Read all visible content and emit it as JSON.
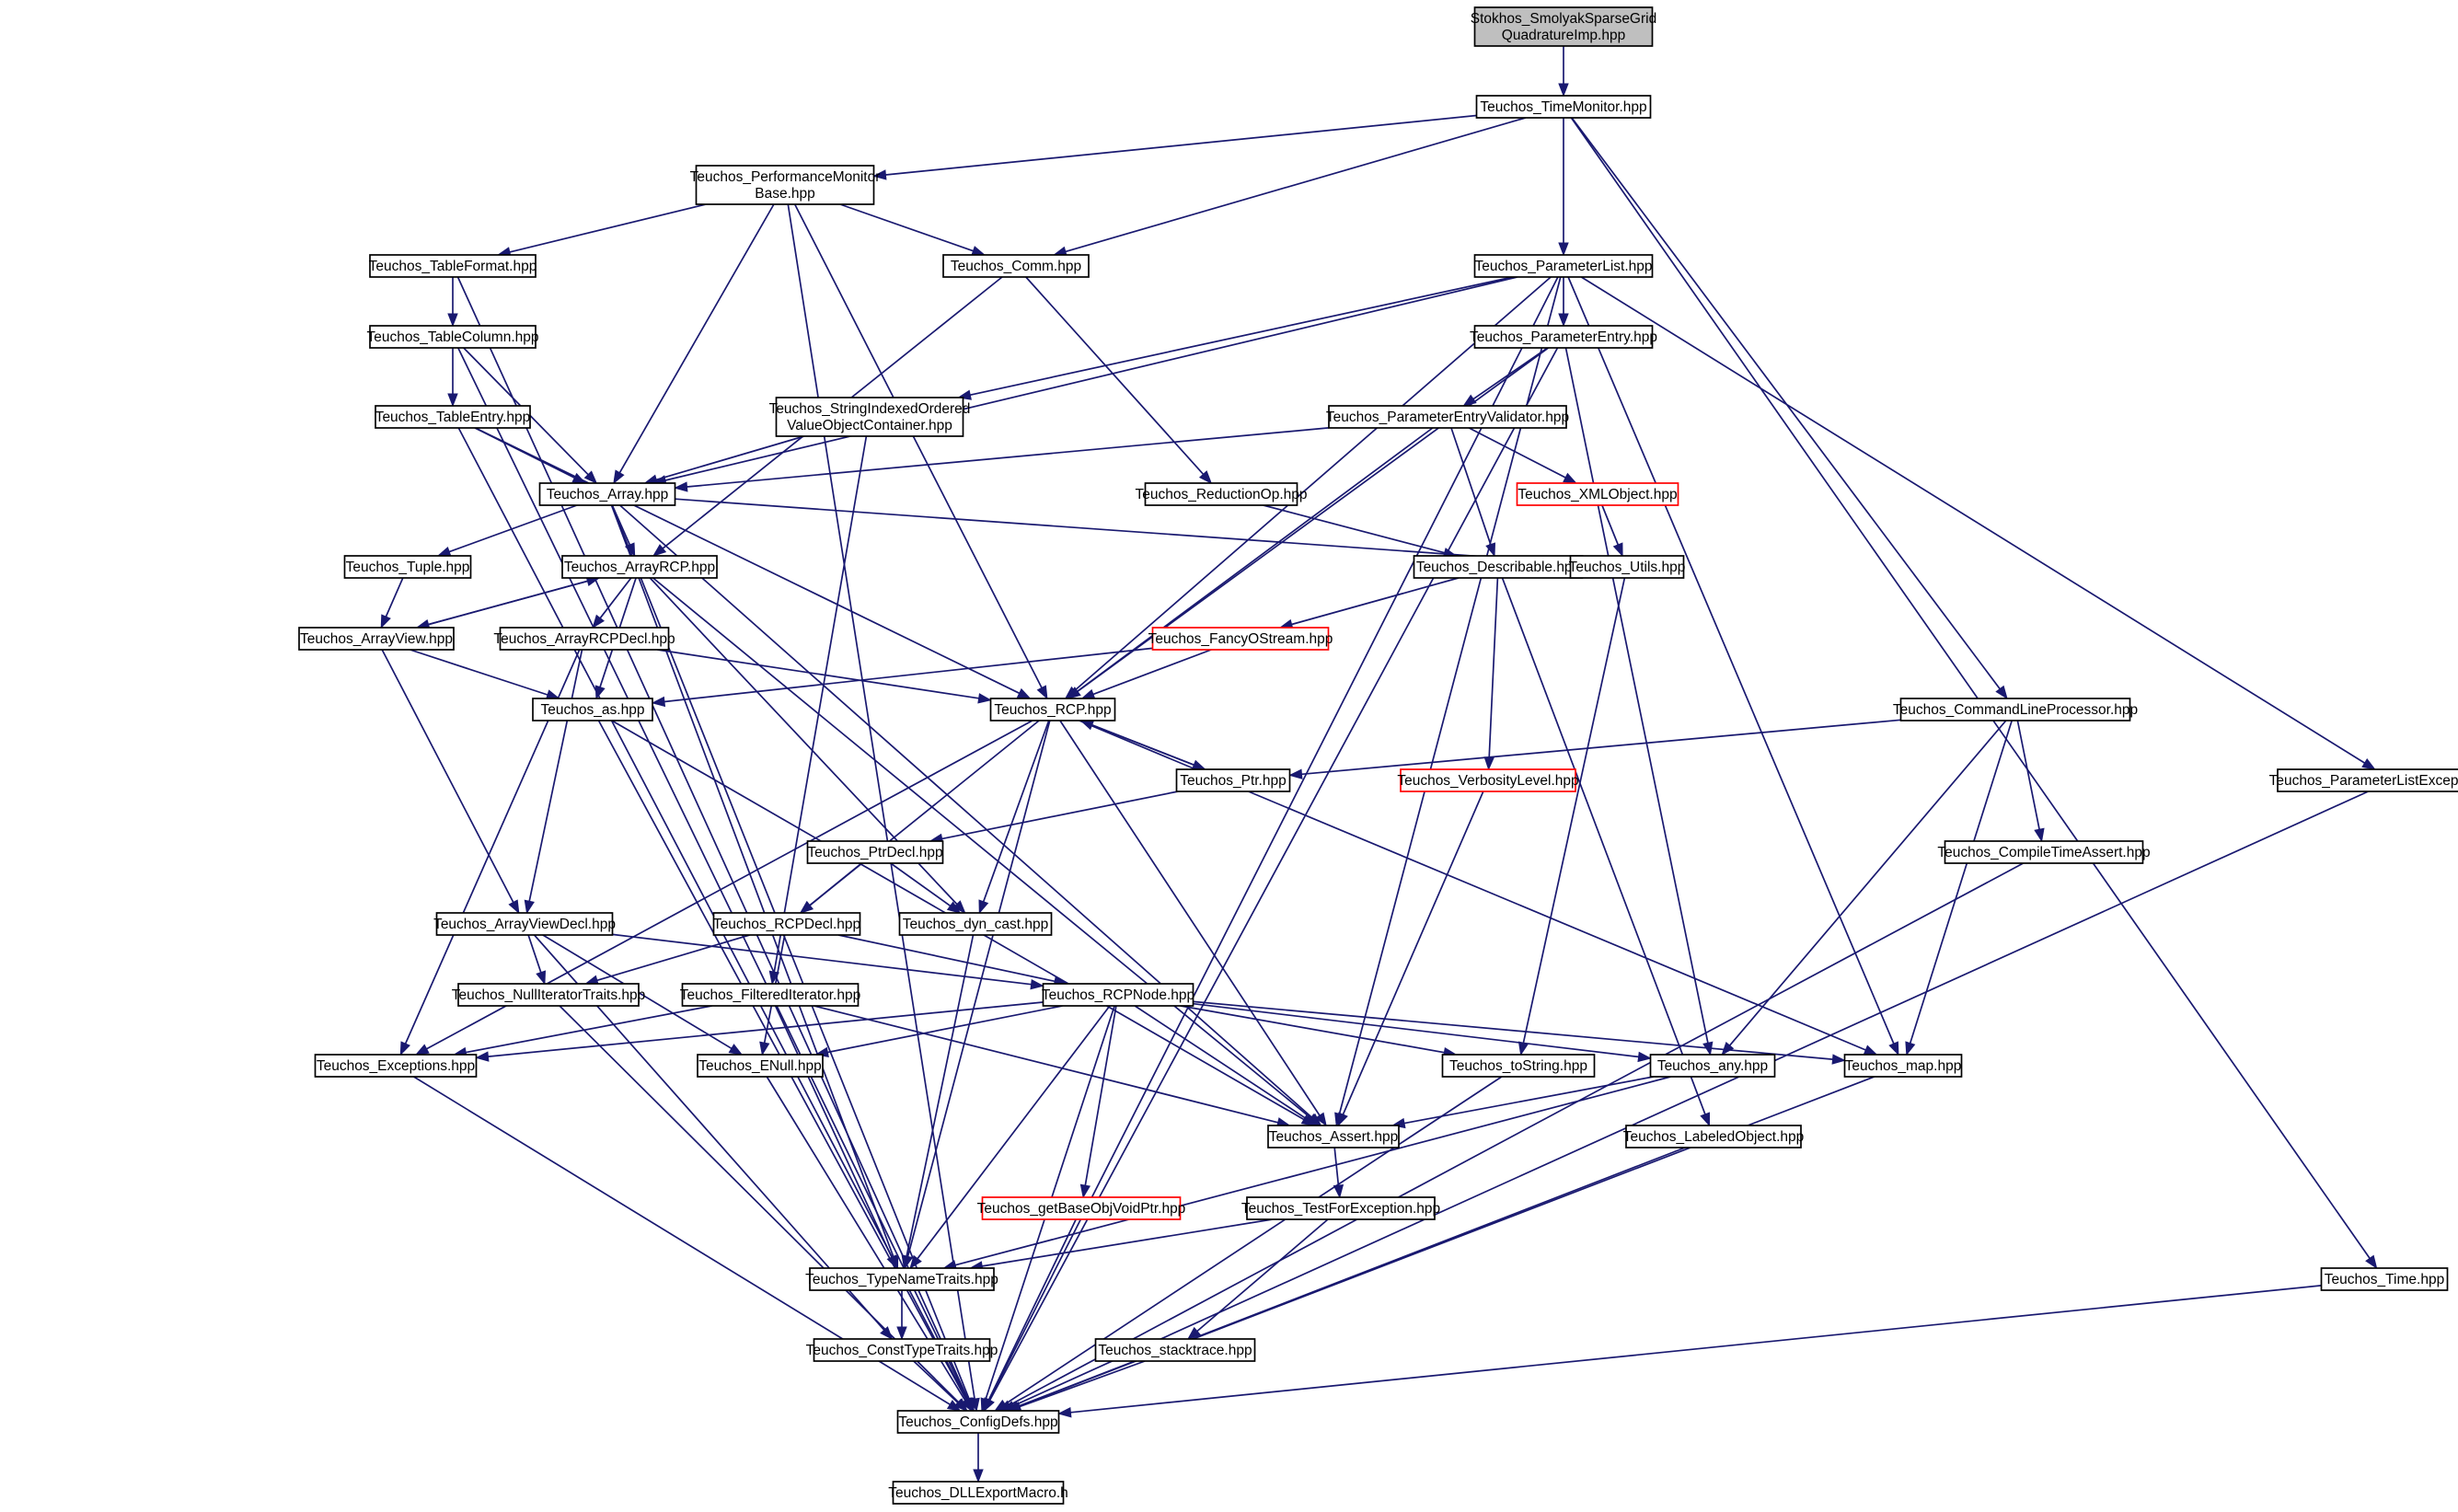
{
  "diagram": {
    "colors": {
      "edge": "#191970",
      "node_border": "#000000",
      "node_border_highlight": "#ff0000",
      "root_fill": "#bfbfbf"
    },
    "nodes": [
      {
        "id": "root",
        "lines": [
          "Stokhos_SmolyakSparseGrid",
          "QuadratureImp.hpp"
        ],
        "style": "root"
      },
      {
        "id": "time_monitor",
        "lines": [
          "Teuchos_TimeMonitor.hpp"
        ]
      },
      {
        "id": "perf_monitor",
        "lines": [
          "Teuchos_PerformanceMonitor",
          "Base.hpp"
        ]
      },
      {
        "id": "comm",
        "lines": [
          "Teuchos_Comm.hpp"
        ]
      },
      {
        "id": "parameter_list",
        "lines": [
          "Teuchos_ParameterList.hpp"
        ]
      },
      {
        "id": "table_format",
        "lines": [
          "Teuchos_TableFormat.hpp"
        ]
      },
      {
        "id": "table_column",
        "lines": [
          "Teuchos_TableColumn.hpp"
        ]
      },
      {
        "id": "table_entry",
        "lines": [
          "Teuchos_TableEntry.hpp"
        ]
      },
      {
        "id": "string_indexed",
        "lines": [
          "Teuchos_StringIndexedOrdered",
          "ValueObjectContainer.hpp"
        ]
      },
      {
        "id": "parameter_entry",
        "lines": [
          "Teuchos_ParameterEntry.hpp"
        ]
      },
      {
        "id": "param_entry_validator",
        "lines": [
          "Teuchos_ParameterEntryValidator.hpp"
        ]
      },
      {
        "id": "array",
        "lines": [
          "Teuchos_Array.hpp"
        ]
      },
      {
        "id": "reduction_op",
        "lines": [
          "Teuchos_ReductionOp.hpp"
        ]
      },
      {
        "id": "xml_object",
        "lines": [
          "Teuchos_XMLObject.hpp"
        ],
        "style": "red"
      },
      {
        "id": "tuple",
        "lines": [
          "Teuchos_Tuple.hpp"
        ]
      },
      {
        "id": "array_rcp",
        "lines": [
          "Teuchos_ArrayRCP.hpp"
        ]
      },
      {
        "id": "describable",
        "lines": [
          "Teuchos_Describable.hpp"
        ]
      },
      {
        "id": "utils",
        "lines": [
          "Teuchos_Utils.hpp"
        ]
      },
      {
        "id": "array_view",
        "lines": [
          "Teuchos_ArrayView.hpp"
        ]
      },
      {
        "id": "array_rcp_decl",
        "lines": [
          "Teuchos_ArrayRCPDecl.hpp"
        ]
      },
      {
        "id": "fancy_ostream",
        "lines": [
          "Teuchos_FancyOStream.hpp"
        ],
        "style": "red"
      },
      {
        "id": "as",
        "lines": [
          "Teuchos_as.hpp"
        ]
      },
      {
        "id": "rcp",
        "lines": [
          "Teuchos_RCP.hpp"
        ]
      },
      {
        "id": "cmd_line",
        "lines": [
          "Teuchos_CommandLineProcessor.hpp"
        ]
      },
      {
        "id": "ptr",
        "lines": [
          "Teuchos_Ptr.hpp"
        ]
      },
      {
        "id": "verbosity",
        "lines": [
          "Teuchos_VerbosityLevel.hpp"
        ],
        "style": "red"
      },
      {
        "id": "param_list_exc",
        "lines": [
          "Teuchos_ParameterListExceptions.hpp"
        ]
      },
      {
        "id": "ptr_decl",
        "lines": [
          "Teuchos_PtrDecl.hpp"
        ]
      },
      {
        "id": "compile_time_assert",
        "lines": [
          "Teuchos_CompileTimeAssert.hpp"
        ]
      },
      {
        "id": "array_view_decl",
        "lines": [
          "Teuchos_ArrayViewDecl.hpp"
        ]
      },
      {
        "id": "rcp_decl",
        "lines": [
          "Teuchos_RCPDecl.hpp"
        ]
      },
      {
        "id": "dyn_cast",
        "lines": [
          "Teuchos_dyn_cast.hpp"
        ]
      },
      {
        "id": "null_iter",
        "lines": [
          "Teuchos_NullIteratorTraits.hpp"
        ]
      },
      {
        "id": "filtered_iter",
        "lines": [
          "Teuchos_FilteredIterator.hpp"
        ]
      },
      {
        "id": "rcp_node",
        "lines": [
          "Teuchos_RCPNode.hpp"
        ]
      },
      {
        "id": "exceptions",
        "lines": [
          "Teuchos_Exceptions.hpp"
        ]
      },
      {
        "id": "enull",
        "lines": [
          "Teuchos_ENull.hpp"
        ]
      },
      {
        "id": "to_string",
        "lines": [
          "Teuchos_toString.hpp"
        ]
      },
      {
        "id": "any",
        "lines": [
          "Teuchos_any.hpp"
        ]
      },
      {
        "id": "map",
        "lines": [
          "Teuchos_map.hpp"
        ]
      },
      {
        "id": "assert",
        "lines": [
          "Teuchos_Assert.hpp"
        ]
      },
      {
        "id": "labeled_object",
        "lines": [
          "Teuchos_LabeledObject.hpp"
        ]
      },
      {
        "id": "get_base_obj",
        "lines": [
          "Teuchos_getBaseObjVoidPtr.hpp"
        ],
        "style": "red"
      },
      {
        "id": "test_for_exc",
        "lines": [
          "Teuchos_TestForException.hpp"
        ]
      },
      {
        "id": "type_name_traits",
        "lines": [
          "Teuchos_TypeNameTraits.hpp"
        ]
      },
      {
        "id": "time",
        "lines": [
          "Teuchos_Time.hpp"
        ]
      },
      {
        "id": "const_type_traits",
        "lines": [
          "Teuchos_ConstTypeTraits.hpp"
        ]
      },
      {
        "id": "stacktrace",
        "lines": [
          "Teuchos_stacktrace.hpp"
        ]
      },
      {
        "id": "config_defs",
        "lines": [
          "Teuchos_ConfigDefs.hpp"
        ]
      },
      {
        "id": "dll_export",
        "lines": [
          "Teuchos_DLLExportMacro.h"
        ]
      }
    ],
    "edges": [
      [
        "root",
        "time_monitor"
      ],
      [
        "time_monitor",
        "perf_monitor"
      ],
      [
        "time_monitor",
        "comm"
      ],
      [
        "time_monitor",
        "parameter_list"
      ],
      [
        "time_monitor",
        "cmd_line"
      ],
      [
        "time_monitor",
        "time"
      ],
      [
        "perf_monitor",
        "table_format"
      ],
      [
        "perf_monitor",
        "comm"
      ],
      [
        "perf_monitor",
        "array"
      ],
      [
        "perf_monitor",
        "rcp"
      ],
      [
        "perf_monitor",
        "config_defs"
      ],
      [
        "table_format",
        "table_column"
      ],
      [
        "table_format",
        "config_defs"
      ],
      [
        "table_column",
        "table_entry"
      ],
      [
        "table_column",
        "array"
      ],
      [
        "table_column",
        "config_defs"
      ],
      [
        "table_entry",
        "array"
      ],
      [
        "table_entry",
        "rcp"
      ],
      [
        "table_entry",
        "config_defs"
      ],
      [
        "comm",
        "reduction_op"
      ],
      [
        "comm",
        "array_rcp"
      ],
      [
        "parameter_list",
        "parameter_entry"
      ],
      [
        "parameter_list",
        "string_indexed"
      ],
      [
        "parameter_list",
        "array"
      ],
      [
        "parameter_list",
        "rcp"
      ],
      [
        "parameter_list",
        "assert"
      ],
      [
        "parameter_list",
        "map"
      ],
      [
        "parameter_list",
        "param_list_exc"
      ],
      [
        "parameter_list",
        "config_defs"
      ],
      [
        "string_indexed",
        "array"
      ],
      [
        "string_indexed",
        "filtered_iter"
      ],
      [
        "parameter_entry",
        "param_entry_validator"
      ],
      [
        "parameter_entry",
        "rcp"
      ],
      [
        "parameter_entry",
        "any"
      ],
      [
        "parameter_entry",
        "config_defs"
      ],
      [
        "param_entry_validator",
        "array"
      ],
      [
        "param_entry_validator",
        "xml_object"
      ],
      [
        "param_entry_validator",
        "describable"
      ],
      [
        "param_entry_validator",
        "rcp"
      ],
      [
        "xml_object",
        "utils"
      ],
      [
        "reduction_op",
        "describable"
      ],
      [
        "describable",
        "fancy_ostream"
      ],
      [
        "describable",
        "verbosity"
      ],
      [
        "describable",
        "labeled_object"
      ],
      [
        "array",
        "array_rcp"
      ],
      [
        "array",
        "tuple"
      ],
      [
        "array",
        "utils"
      ],
      [
        "array",
        "assert"
      ],
      [
        "array",
        "type_name_traits"
      ],
      [
        "array",
        "config_defs"
      ],
      [
        "tuple",
        "array_view"
      ],
      [
        "array_rcp",
        "array_view"
      ],
      [
        "array_rcp",
        "array_rcp_decl"
      ],
      [
        "array_rcp",
        "as"
      ],
      [
        "array_rcp",
        "assert"
      ],
      [
        "array_rcp",
        "dyn_cast"
      ],
      [
        "array_view",
        "array_rcp"
      ],
      [
        "array_view",
        "as"
      ],
      [
        "array_view",
        "array_view_decl"
      ],
      [
        "array_rcp_decl",
        "rcp"
      ],
      [
        "array_rcp_decl",
        "array_view_decl"
      ],
      [
        "array_rcp_decl",
        "exceptions"
      ],
      [
        "fancy_ostream",
        "rcp"
      ],
      [
        "fancy_ostream",
        "as"
      ],
      [
        "utils",
        "to_string"
      ],
      [
        "as",
        "assert"
      ],
      [
        "as",
        "config_defs"
      ],
      [
        "rcp",
        "ptr"
      ],
      [
        "rcp",
        "rcp_decl"
      ],
      [
        "rcp",
        "dyn_cast"
      ],
      [
        "rcp",
        "exceptions"
      ],
      [
        "rcp",
        "assert"
      ],
      [
        "rcp",
        "map"
      ],
      [
        "rcp",
        "type_name_traits"
      ],
      [
        "ptr",
        "rcp"
      ],
      [
        "ptr",
        "ptr_decl"
      ],
      [
        "ptr_decl",
        "rcp_decl"
      ],
      [
        "ptr_decl",
        "dyn_cast"
      ],
      [
        "cmd_line",
        "ptr"
      ],
      [
        "cmd_line",
        "compile_time_assert"
      ],
      [
        "cmd_line",
        "map"
      ],
      [
        "cmd_line",
        "any"
      ],
      [
        "verbosity",
        "assert"
      ],
      [
        "param_list_exc",
        "config_defs"
      ],
      [
        "compile_time_assert",
        "config_defs"
      ],
      [
        "array_view_decl",
        "null_iter"
      ],
      [
        "array_view_decl",
        "enull"
      ],
      [
        "array_view_decl",
        "rcp_node"
      ],
      [
        "array_view_decl",
        "const_type_traits"
      ],
      [
        "rcp_decl",
        "rcp_node"
      ],
      [
        "rcp_decl",
        "null_iter"
      ],
      [
        "rcp_decl",
        "enull"
      ],
      [
        "dyn_cast",
        "type_name_traits"
      ],
      [
        "null_iter",
        "config_defs"
      ],
      [
        "filtered_iter",
        "exceptions"
      ],
      [
        "filtered_iter",
        "type_name_traits"
      ],
      [
        "filtered_iter",
        "assert"
      ],
      [
        "rcp_node",
        "exceptions"
      ],
      [
        "rcp_node",
        "enull"
      ],
      [
        "rcp_node",
        "to_string"
      ],
      [
        "rcp_node",
        "any"
      ],
      [
        "rcp_node",
        "map"
      ],
      [
        "rcp_node",
        "assert"
      ],
      [
        "rcp_node",
        "get_base_obj"
      ],
      [
        "rcp_node",
        "type_name_traits"
      ],
      [
        "rcp_node",
        "config_defs"
      ],
      [
        "exceptions",
        "config_defs"
      ],
      [
        "enull",
        "config_defs"
      ],
      [
        "to_string",
        "config_defs"
      ],
      [
        "any",
        "assert"
      ],
      [
        "any",
        "type_name_traits"
      ],
      [
        "map",
        "config_defs"
      ],
      [
        "assert",
        "test_for_exc"
      ],
      [
        "labeled_object",
        "config_defs"
      ],
      [
        "get_base_obj",
        "config_defs"
      ],
      [
        "test_for_exc",
        "type_name_traits"
      ],
      [
        "test_for_exc",
        "stacktrace"
      ],
      [
        "type_name_traits",
        "const_type_traits"
      ],
      [
        "const_type_traits",
        "config_defs"
      ],
      [
        "stacktrace",
        "config_defs"
      ],
      [
        "time",
        "config_defs"
      ],
      [
        "config_defs",
        "dll_export"
      ]
    ]
  }
}
